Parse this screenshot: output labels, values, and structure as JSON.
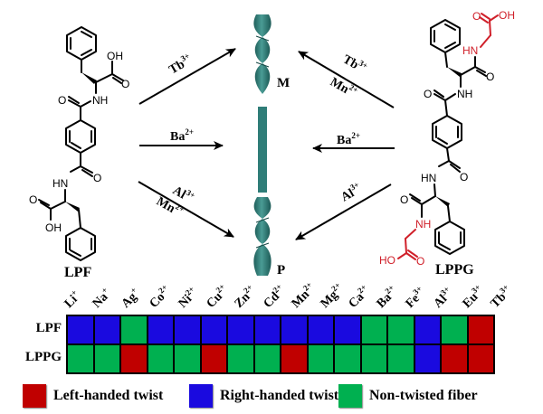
{
  "colors": {
    "left_handed": "#c00000",
    "right_handed": "#1a0adf",
    "non_twisted": "#00b050",
    "fiber": "#2f7d78",
    "glycine_highlight": "#d0202a"
  },
  "molecules": {
    "lpf": {
      "name": "LPF",
      "atoms": [
        "OH",
        "O",
        "NH",
        "O",
        "O",
        "HN",
        "O",
        "OH"
      ]
    },
    "lppg": {
      "name": "LPPG",
      "atoms_black": [
        "NH",
        "O",
        "O",
        "O",
        "HN",
        "O"
      ],
      "atoms_red": [
        "O",
        "OH",
        "HN",
        "NH",
        "HO",
        "O"
      ]
    }
  },
  "fibers": {
    "top_label": "M",
    "bottom_label": "P"
  },
  "arrows": {
    "lpf_to_m": {
      "ion": "Tb",
      "charge": "3+"
    },
    "lpf_to_straight": {
      "ion": "Ba",
      "charge": "2+"
    },
    "lpf_to_p": [
      {
        "ion": "Al",
        "charge": "3+"
      },
      {
        "ion": "Mn",
        "charge": "2+"
      }
    ],
    "lppg_to_m": [
      {
        "ion": "Tb",
        "charge": "3+"
      },
      {
        "ion": "Mn",
        "charge": "2+"
      }
    ],
    "lppg_to_straight": {
      "ion": "Ba",
      "charge": "2+"
    },
    "lppg_to_p": {
      "ion": "Al",
      "charge": "3+"
    }
  },
  "table": {
    "columns": [
      {
        "ion": "Li",
        "charge": "+"
      },
      {
        "ion": "Na",
        "charge": "+"
      },
      {
        "ion": "Ag",
        "charge": "+"
      },
      {
        "ion": "Co",
        "charge": "2+"
      },
      {
        "ion": "Ni",
        "charge": "2+"
      },
      {
        "ion": "Cu",
        "charge": "2+"
      },
      {
        "ion": "Zn",
        "charge": "2+"
      },
      {
        "ion": "Cd",
        "charge": "2+"
      },
      {
        "ion": "Mn",
        "charge": "2+"
      },
      {
        "ion": "Mg",
        "charge": "2+"
      },
      {
        "ion": "Ca",
        "charge": "2+"
      },
      {
        "ion": "Ba",
        "charge": "2+"
      },
      {
        "ion": "Fe",
        "charge": "3+"
      },
      {
        "ion": "Al",
        "charge": "3+"
      },
      {
        "ion": "Eu",
        "charge": "3+"
      },
      {
        "ion": "Tb",
        "charge": "3+"
      }
    ],
    "rows": [
      {
        "label": "LPF",
        "values": [
          "right",
          "right",
          "none",
          "right",
          "right",
          "right",
          "right",
          "right",
          "right",
          "right",
          "right",
          "none",
          "none",
          "right",
          "none",
          "left"
        ]
      },
      {
        "label": "LPPG",
        "values": [
          "none",
          "none",
          "left",
          "none",
          "none",
          "left",
          "none",
          "none",
          "left",
          "none",
          "none",
          "none",
          "none",
          "right",
          "left",
          "left"
        ]
      }
    ]
  },
  "legend": [
    {
      "key": "left",
      "label": "Left-handed twist"
    },
    {
      "key": "right",
      "label": "Right-handed twist"
    },
    {
      "key": "none",
      "label": "Non-twisted fiber"
    }
  ]
}
